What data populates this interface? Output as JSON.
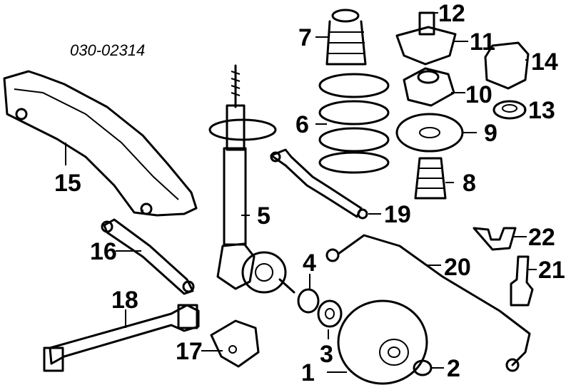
{
  "diagram": {
    "code": "030-02314",
    "callouts": [
      "1",
      "2",
      "3",
      "4",
      "5",
      "6",
      "7",
      "8",
      "9",
      "10",
      "11",
      "12",
      "13",
      "14",
      "15",
      "16",
      "17",
      "18",
      "19",
      "20",
      "21",
      "22"
    ]
  }
}
